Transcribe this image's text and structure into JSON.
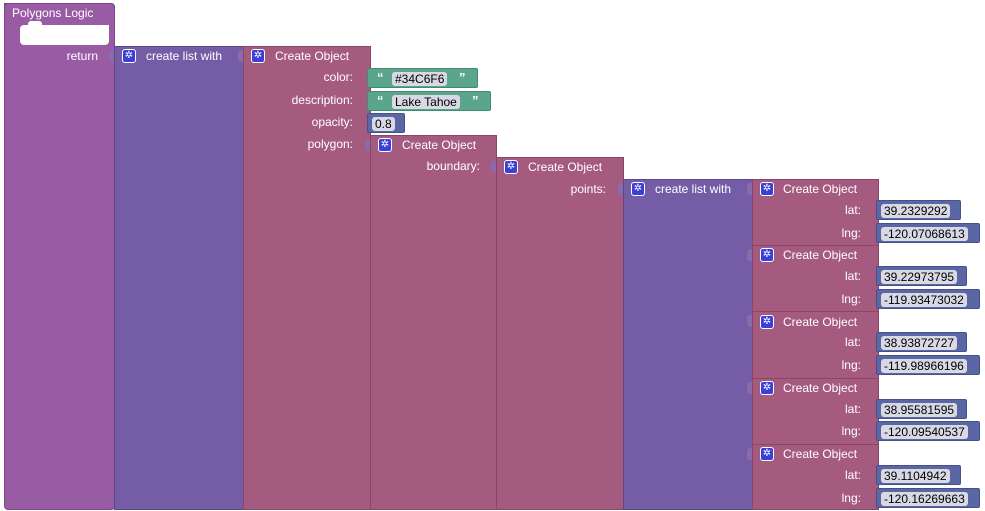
{
  "function_block": {
    "title": "Polygons Logic",
    "return_label": "return"
  },
  "blocks": {
    "list_label": "create list with",
    "object_label": "Create Object"
  },
  "polygon_object": {
    "fields": {
      "color_label": "color:",
      "description_label": "description:",
      "opacity_label": "opacity:",
      "polygon_label": "polygon:"
    },
    "color_value": "#34C6F6",
    "description_value": "Lake Tahoe",
    "opacity_value": "0.8"
  },
  "polygon": {
    "boundary_label": "boundary:"
  },
  "boundary": {
    "points_label": "points:"
  },
  "point_labels": {
    "lat": "lat:",
    "lng": "lng:"
  },
  "points": [
    {
      "lat": "39.2329292",
      "lng": "-120.07068613"
    },
    {
      "lat": "39.22973795",
      "lng": "-119.93473032"
    },
    {
      "lat": "38.93872727",
      "lng": "-119.98966196"
    },
    {
      "lat": "38.95581595",
      "lng": "-120.09540537"
    },
    {
      "lat": "39.1104942",
      "lng": "-120.16269663"
    }
  ],
  "colors": {
    "procedure": "#9a5ba5",
    "list": "#745ca6",
    "object": "#a55b80",
    "text": "#5ba58c",
    "number": "#5b67a5"
  }
}
